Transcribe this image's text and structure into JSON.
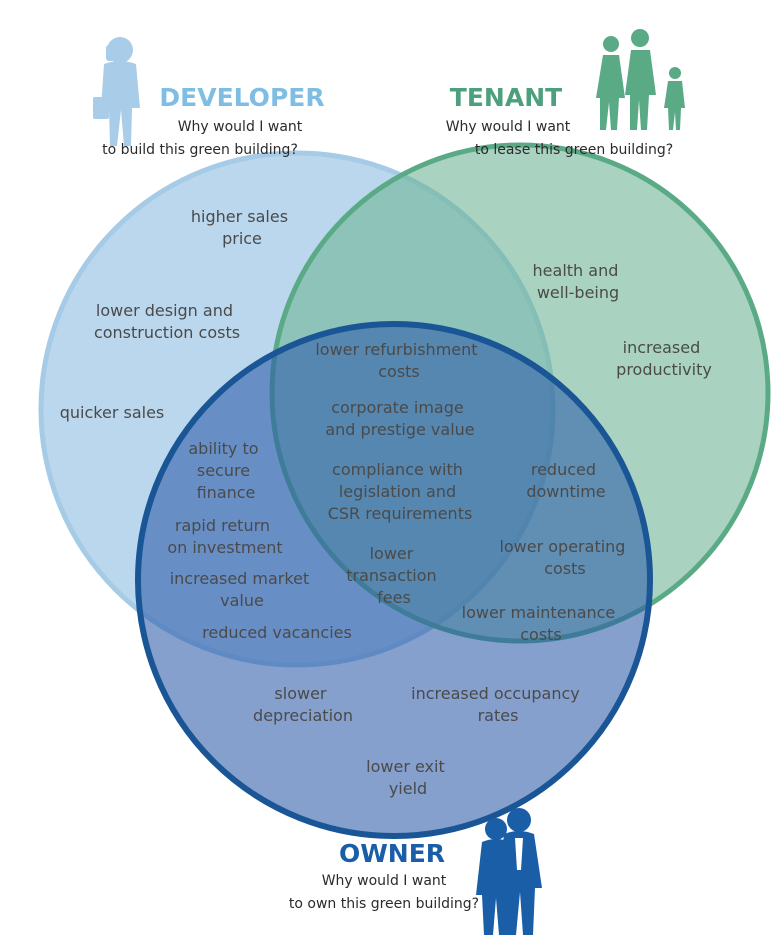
{
  "colors": {
    "developer": "#a9cde9",
    "tenant": "#84c3a3",
    "owner": "#3f6fb9",
    "developer_text": "#7fbde3",
    "tenant_text": "#4da07e",
    "owner_text": "#1a5ea8"
  },
  "developer": {
    "title": "DEVELOPER",
    "question_1": "Why would I want",
    "question_2": "to build this green building?",
    "icon": "businessman-icon"
  },
  "tenant": {
    "title": "TENANT",
    "question_1": "Why would I want",
    "question_2": "to lease this green building?",
    "icon": "family-icon"
  },
  "owner": {
    "title": "OWNER",
    "question_1": "Why would I want",
    "question_2": "to own this green building?",
    "icon": "business-couple-icon"
  },
  "items": {
    "developer_only": [
      [
        "higher sales",
        "price"
      ],
      [
        "lower design and",
        "construction costs"
      ],
      [
        "quicker sales"
      ]
    ],
    "tenant_only": [
      [
        "health and",
        "well-being"
      ],
      [
        "increased",
        "productivity"
      ]
    ],
    "all_three": [
      [
        "lower refurbishment",
        "costs"
      ],
      [
        "corporate image",
        "and prestige value"
      ],
      [
        "compliance with",
        "legislation and",
        "CSR requirements"
      ],
      [
        "lower",
        "transaction",
        "fees"
      ]
    ],
    "developer_owner": [
      [
        "ability to",
        "secure",
        "finance"
      ],
      [
        "rapid return",
        "on investment"
      ],
      [
        "increased market",
        "value"
      ],
      [
        "reduced vacancies"
      ]
    ],
    "tenant_owner": [
      [
        "reduced",
        "downtime"
      ],
      [
        "lower operating",
        "costs"
      ],
      [
        "lower maintenance",
        "costs"
      ]
    ],
    "owner_only": [
      [
        "slower",
        "depreciation"
      ],
      [
        "increased occupancy",
        "rates"
      ],
      [
        "lower exit",
        "yield"
      ]
    ]
  }
}
